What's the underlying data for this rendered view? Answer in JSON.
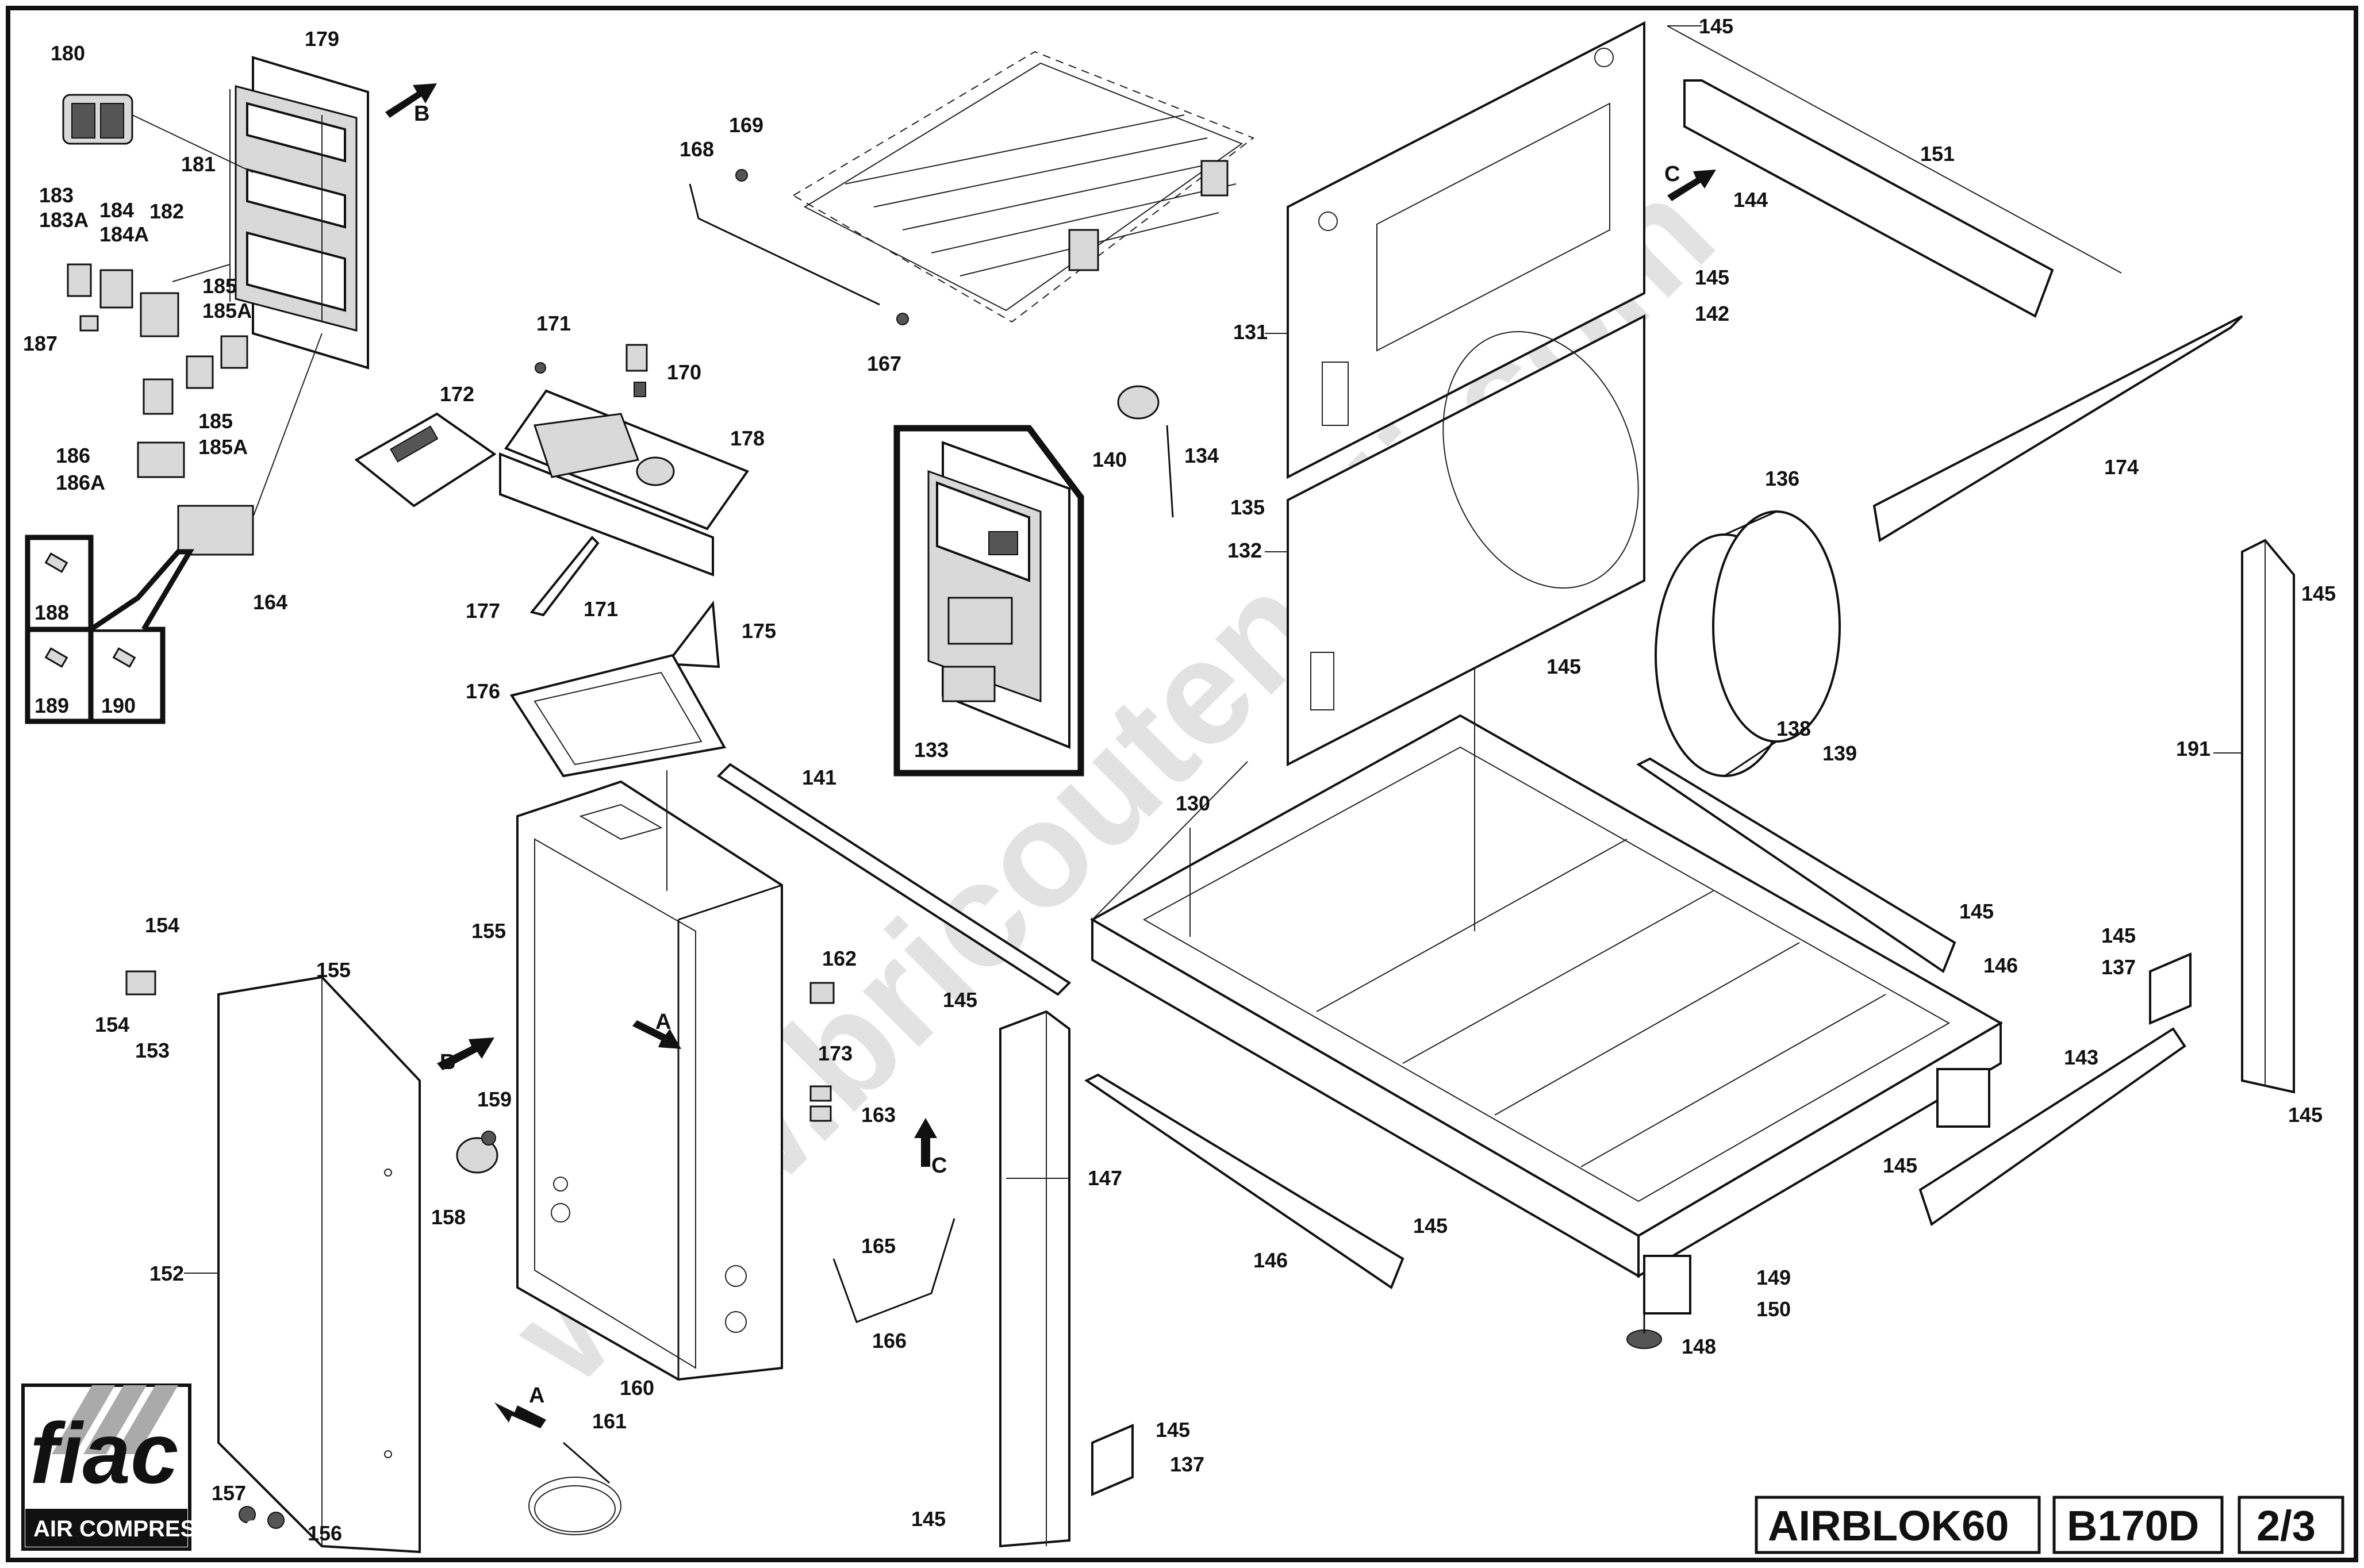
{
  "title_block": {
    "model": "AIRBLOK60",
    "code": "B170D",
    "page": "2/3"
  },
  "logo": {
    "brand": "fiac",
    "subtitle": "AIR COMPRESSORS"
  },
  "watermark": "www.bricoutensili.com",
  "flow_letters": {
    "a": "A",
    "b": "B",
    "c": "C"
  },
  "part_labels": {
    "p180": "180",
    "p179": "179",
    "p181": "181",
    "p182": "182",
    "p183": "183",
    "p183a": "183A",
    "p184": "184",
    "p184a": "184A",
    "p185": "185",
    "p185a": "185A",
    "p185b": "185",
    "p185ab": "185A",
    "p187": "187",
    "p186": "186",
    "p186a": "186A",
    "p164": "164",
    "p188": "188",
    "p189": "189",
    "p190": "190",
    "p168": "168",
    "p169": "169",
    "p167": "167",
    "p171": "171",
    "p170": "170",
    "p172": "172",
    "p178": "178",
    "p177": "177",
    "p171b": "171",
    "p175": "175",
    "p176": "176",
    "p133": "133",
    "p145a": "145",
    "p151": "151",
    "p144": "144",
    "p131": "131",
    "p145b": "145",
    "p142": "142",
    "p140": "140",
    "p134": "134",
    "p135": "135",
    "p132": "132",
    "p136": "136",
    "p174": "174",
    "p145c": "145",
    "p145d": "145",
    "p138": "138",
    "p139": "139",
    "p191": "191",
    "p141": "141",
    "p130": "130",
    "p145e": "145",
    "p146": "146",
    "p145f": "145",
    "p137": "137",
    "p143": "143",
    "p145g": "145",
    "p145h": "145",
    "p154": "154",
    "p155": "155",
    "p154b": "154",
    "p153": "153",
    "p155b": "155",
    "p162": "162",
    "p145i": "145",
    "p173": "173",
    "p163": "163",
    "p159": "159",
    "p158": "158",
    "p147": "147",
    "p145j": "145",
    "p146b": "146",
    "p165": "165",
    "p166": "166",
    "p152": "152",
    "p149": "149",
    "p150": "150",
    "p148": "148",
    "p160": "160",
    "p161": "161",
    "p145k": "145",
    "p137b": "137",
    "p145l": "145",
    "p157": "157",
    "p156": "156"
  }
}
